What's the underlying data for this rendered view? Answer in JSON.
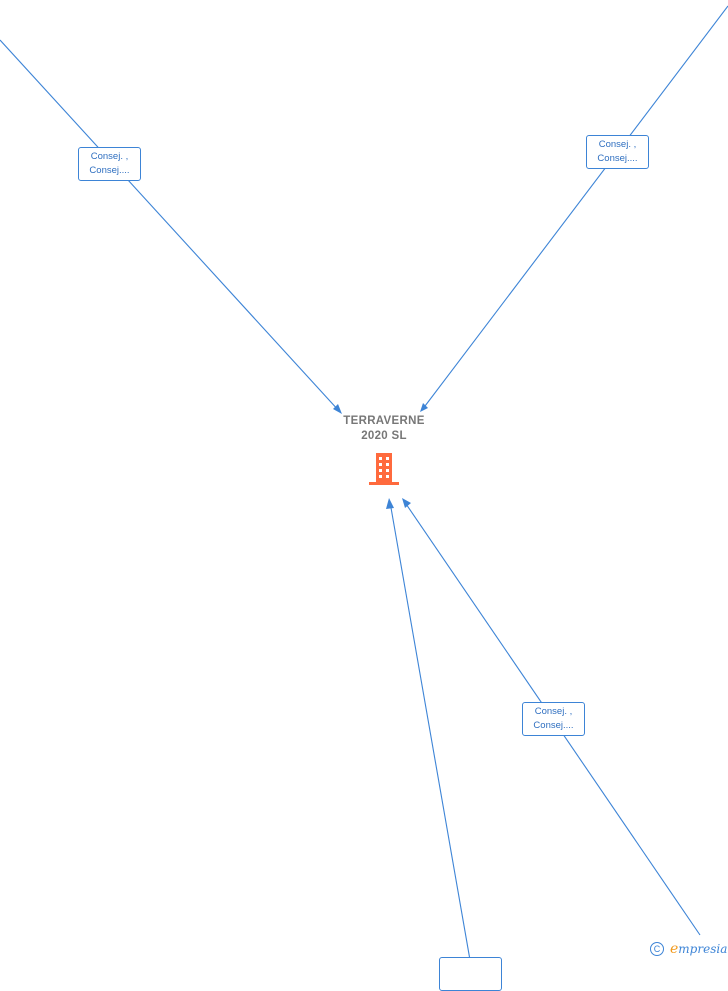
{
  "company": {
    "name_line1": "TERRAVERNE",
    "name_line2": "2020  SL",
    "icon": "building-icon",
    "icon_color": "#ff6a3d"
  },
  "relations": [
    {
      "line1": "Consej. ,",
      "line2": "Consej...."
    },
    {
      "line1": "Consej. ,",
      "line2": "Consej...."
    },
    {
      "line1": "Consej. ,",
      "line2": "Consej...."
    },
    {
      "line1": "",
      "line2": ""
    }
  ],
  "colors": {
    "edge": "#3d84d6",
    "label_text": "#2f6fc0",
    "node_text": "#777777"
  },
  "watermark": {
    "copyright_symbol": "C",
    "brand_first": "e",
    "brand_rest": "mpresia"
  }
}
